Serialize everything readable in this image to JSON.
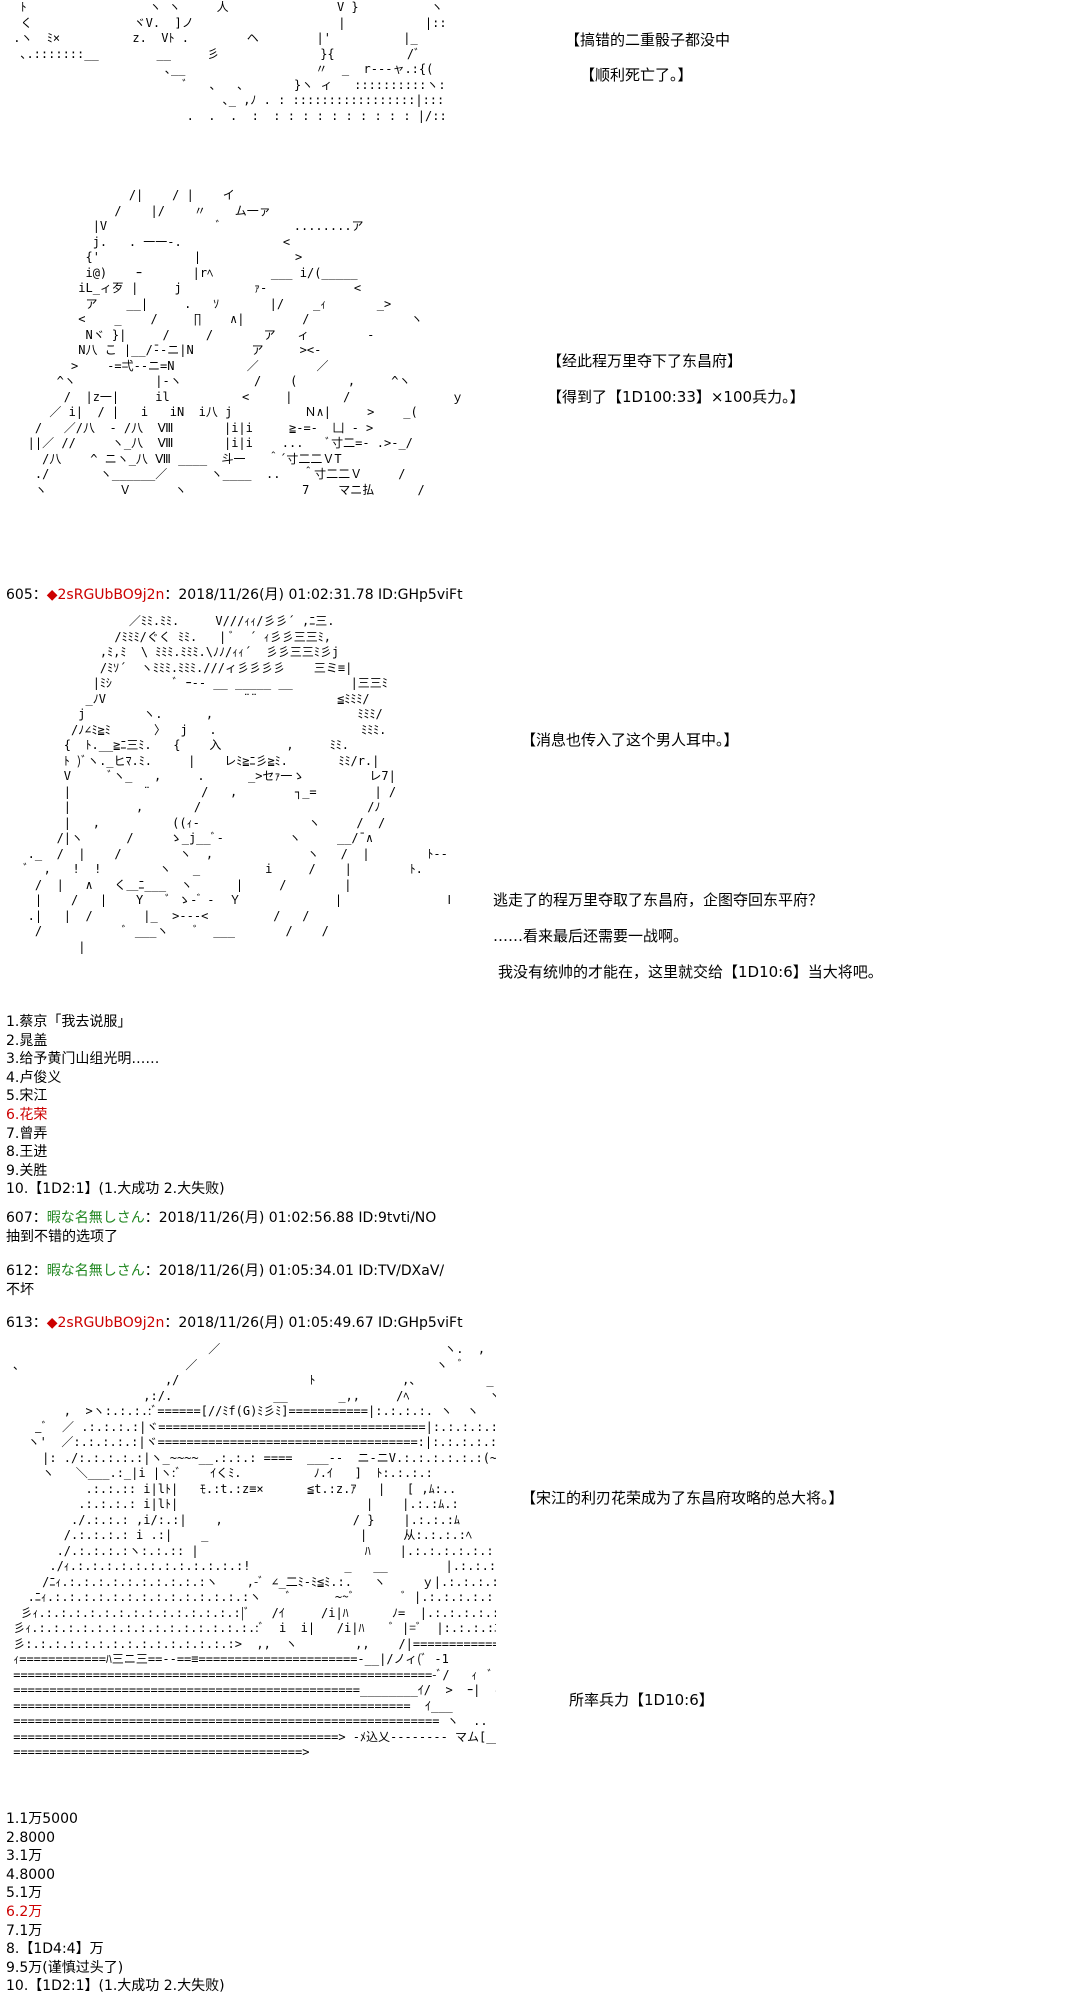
{
  "blocks": {
    "b1": {
      "captions": [
        "【搞错的二重骰子都没中",
        "【顺利死亡了。】"
      ]
    },
    "b2": {
      "captions": [
        "【经此程万里夺下了东昌府】",
        "【得到了【1D100:33】×100兵力。】"
      ]
    }
  },
  "posts": [
    {
      "number": "605",
      "sep": "：",
      "diamond": "◆",
      "name": "2sRGUbBO9j2n",
      "datetime": "：2018/11/26(月) 01:02:31.78 ID:GHp5viFt",
      "caption": "【消息也传入了这个男人耳中。】",
      "lines": [
        "逃走了的程万里夺取了东昌府，企图夺回东平府？",
        "……看来最后还需要一战啊。",
        "我没有统帅的才能在，这里就交给【1D10:6】当大将吧。"
      ],
      "options": [
        "1.蔡京「我去说服」",
        "2.晁盖",
        "3.给予黄门山组光明……",
        "4.卢俊义",
        "5.宋江",
        "6.花荣",
        "7.曾弄",
        "8.王进",
        "9.关胜",
        "10.【1D2:1】(1.大成功  2.大失败)"
      ]
    },
    {
      "number": "607",
      "sep": "：",
      "name": "暇な名無しさん",
      "datetime": "：2018/11/26(月) 01:02:56.88 ID:9tvti/NO",
      "body": "抽到不错的选项了"
    },
    {
      "number": "612",
      "sep": "：",
      "name": "暇な名無しさん",
      "datetime": "：2018/11/26(月) 01:05:34.01 ID:TV/DXaV/",
      "body": "不坏"
    },
    {
      "number": "613",
      "sep": "：",
      "diamond": "◆",
      "name": "2sRGUbBO9j2n",
      "datetime": "：2018/11/26(月) 01:05:49.67 ID:GHp5viFt",
      "caption": "【宋江的利刃花荣成为了东昌府攻略的总大将。】",
      "caption2": "所率兵力【1D10:6】",
      "options": [
        "1.1万5000",
        "2.8000",
        "3.1万",
        "4.8000",
        "5.1万",
        "6.2万",
        "7.1万",
        "8.【1D4:4】万",
        "9.5万(谨慎过头了)",
        "10.【1D2:1】(1.大成功  2.大失败)"
      ]
    }
  ],
  "colors": {
    "trip_red": "#cc0000",
    "anon_green": "#228822",
    "selected_red": "#cc0000"
  }
}
